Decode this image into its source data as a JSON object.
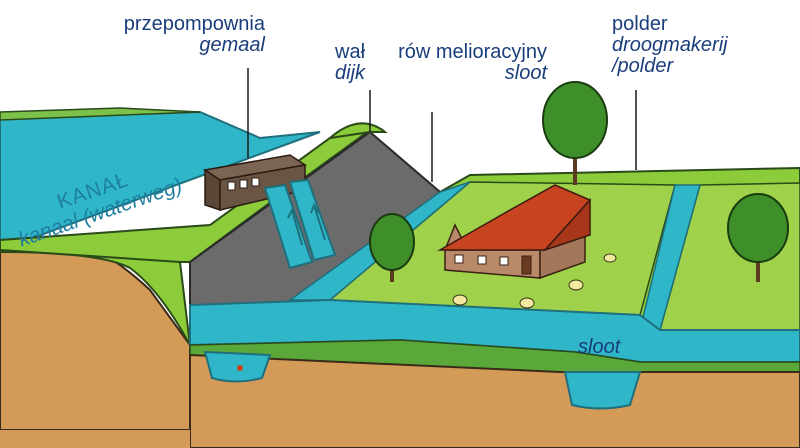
{
  "labels": {
    "pumping_station": {
      "pl": "przepompownia",
      "nl": "gemaal"
    },
    "dike": {
      "pl": "wał",
      "nl": "dijk"
    },
    "ditch": {
      "pl": "rów melioracyjny",
      "nl": "sloot"
    },
    "polder": {
      "pl": "polder",
      "nl": "droogmakerij /polder"
    },
    "canal": {
      "pl": "KANAŁ",
      "nl": "kanaal (waterweg)"
    },
    "ditch_front": {
      "nl": "sloot"
    }
  },
  "colors": {
    "water": "#2fb7c9",
    "grass": "#8ccb3a",
    "grass_dark": "#5aa83a",
    "soil": "#d49a57",
    "dike_slope": "#6b6b6b",
    "roof": "#c8431f",
    "house_wall": "#b98a6a",
    "label_text": "#1a3d7c",
    "canal_text": "#1f7fa0"
  }
}
